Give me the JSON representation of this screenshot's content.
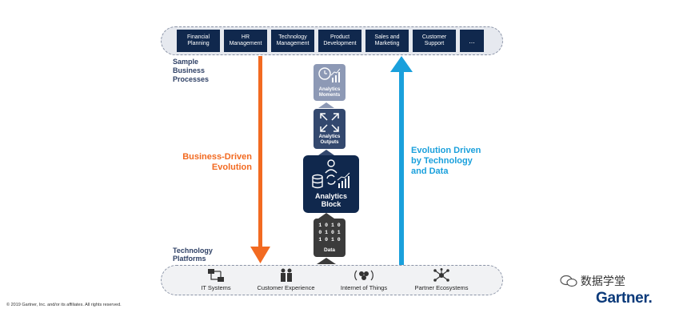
{
  "processes": [
    {
      "label": "Financial\nPlanning"
    },
    {
      "label": "HR\nManagement"
    },
    {
      "label": "Technology\nManagement"
    },
    {
      "label": "Product\nDevelopment"
    },
    {
      "label": "Sales and\nMarketing"
    },
    {
      "label": "Customer\nSupport"
    },
    {
      "label": "..."
    }
  ],
  "labels": {
    "sample_processes": "Sample\nBusiness\nProcesses",
    "technology_platforms": "Technology\nPlatforms",
    "business_driven": "Business-Driven\nEvolution",
    "tech_driven": "Evolution Driven\nby Technology\nand Data"
  },
  "stack": {
    "moments": "Analytics\nMoments",
    "outputs": "Analytics\nOutputs",
    "block": "Analytics\nBlock",
    "data": "Data",
    "data_bits": "1 0 1 0\n0 1 0 1\n1 0 1 0"
  },
  "platforms": [
    {
      "label": "IT Systems",
      "icon": "network-icon"
    },
    {
      "label": "Customer Experience",
      "icon": "people-icon"
    },
    {
      "label": "Internet of Things",
      "icon": "iot-icon"
    },
    {
      "label": "Partner Ecosystems",
      "icon": "ecosystem-icon"
    }
  ],
  "footer": {
    "copyright": "© 2019 Gartner, Inc. and/or its affiliates. All rights reserved.",
    "wechat": "数据学堂",
    "logo": "Gartner."
  },
  "colors": {
    "navy": "#10284d",
    "orange": "#f26a21",
    "blue": "#1aa0dc",
    "slate": "#2f4166"
  }
}
